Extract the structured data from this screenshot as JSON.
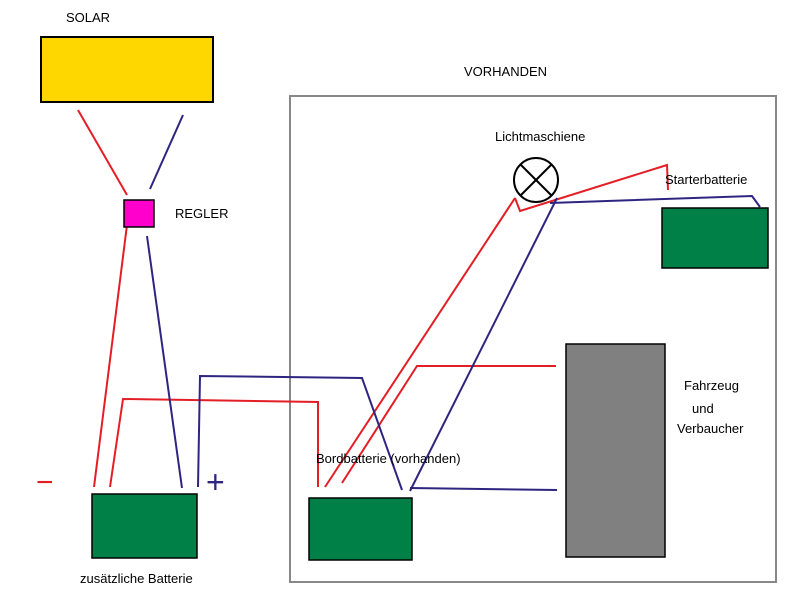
{
  "colors": {
    "positive_wire": "#e31e25",
    "negative_wire": "#2e2580",
    "solar_panel": "#ffd700",
    "regulator": "#ff00cc",
    "battery": "#007f46",
    "consumer_block": "#808080",
    "existing_frame": "#888888"
  },
  "labels": {
    "solar": "SOLAR",
    "existing": "VORHANDEN",
    "regulator": "REGLER",
    "alternator": "Lichtmaschiene",
    "starter_battery": "Starterbatterie",
    "vehicle_line1": "Fahrzeug",
    "vehicle_line2": "und",
    "vehicle_line3": "Verbaucher",
    "board_battery": "Bordbatterie (vorhanden)",
    "extra_battery": "zusätzliche Batterie"
  },
  "polarity": {
    "minus": "−",
    "plus": "+"
  },
  "icons": {
    "alternator": "alternator-circle-x-icon"
  }
}
